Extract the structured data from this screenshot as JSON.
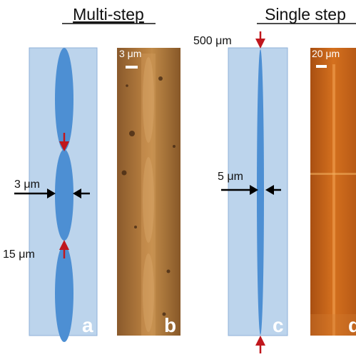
{
  "headings": {
    "multi_step": "Multi-step",
    "single_step": "Single step"
  },
  "panel_a": {
    "letter": "a",
    "width_label": "3 μm",
    "gap_label": "15 μm"
  },
  "panel_b": {
    "letter": "b",
    "scale_label": "3 μm"
  },
  "panel_c": {
    "letter": "c",
    "length_label": "500 μm",
    "width_label": "5 μm"
  },
  "panel_d": {
    "letter": "d",
    "scale_label": "20 μm"
  },
  "colors": {
    "channel_background": "#bcd4ec",
    "channel_border": "#8fb1d9",
    "waveguide_fill": "#4d8fd3",
    "arrow_red": "#c0171d",
    "arrow_black": "#000000",
    "micrograph_b": "#b0783c",
    "micrograph_d": "#c8671c"
  }
}
